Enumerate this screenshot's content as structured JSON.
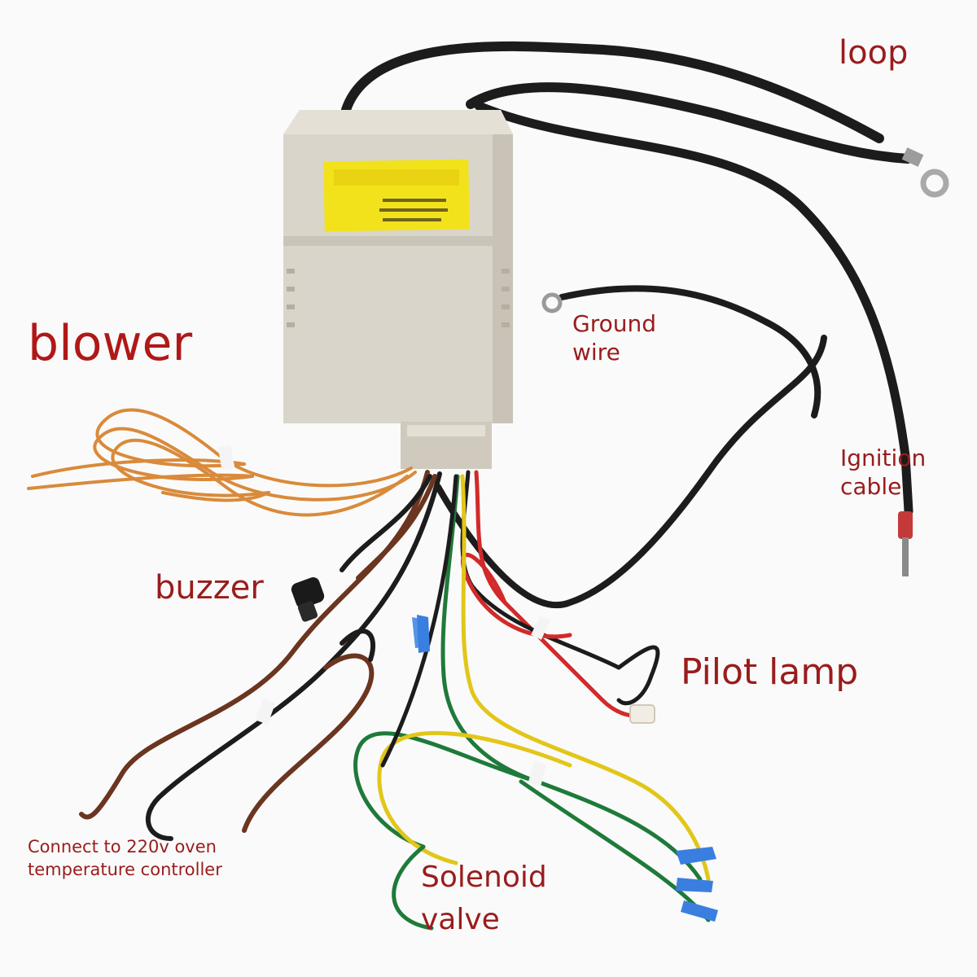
{
  "labels": {
    "loop": "loop",
    "blower": "blower",
    "ground_line1": "Ground",
    "ground_line2": "wire",
    "ignition_line1": "Ignition",
    "ignition_line2": "cable",
    "buzzer": "buzzer",
    "pilot_lamp": "Pilot lamp",
    "connect_line1": "Connect to 220v oven",
    "connect_line2": "temperature controller",
    "solenoid_line1": "Solenoid",
    "solenoid_line2": "valve"
  },
  "colors": {
    "label_text": "#9a1c1c",
    "housing": "#d9d5ca",
    "sticker": "#f2e21c",
    "wire_black": "#1c1c1c",
    "wire_orange": "#d98a3a",
    "wire_brown": "#6b3520",
    "wire_red": "#d22a2a",
    "wire_green": "#1f7a3a",
    "wire_yellow": "#e2c619",
    "terminal_blue": "#3a7fe0"
  }
}
